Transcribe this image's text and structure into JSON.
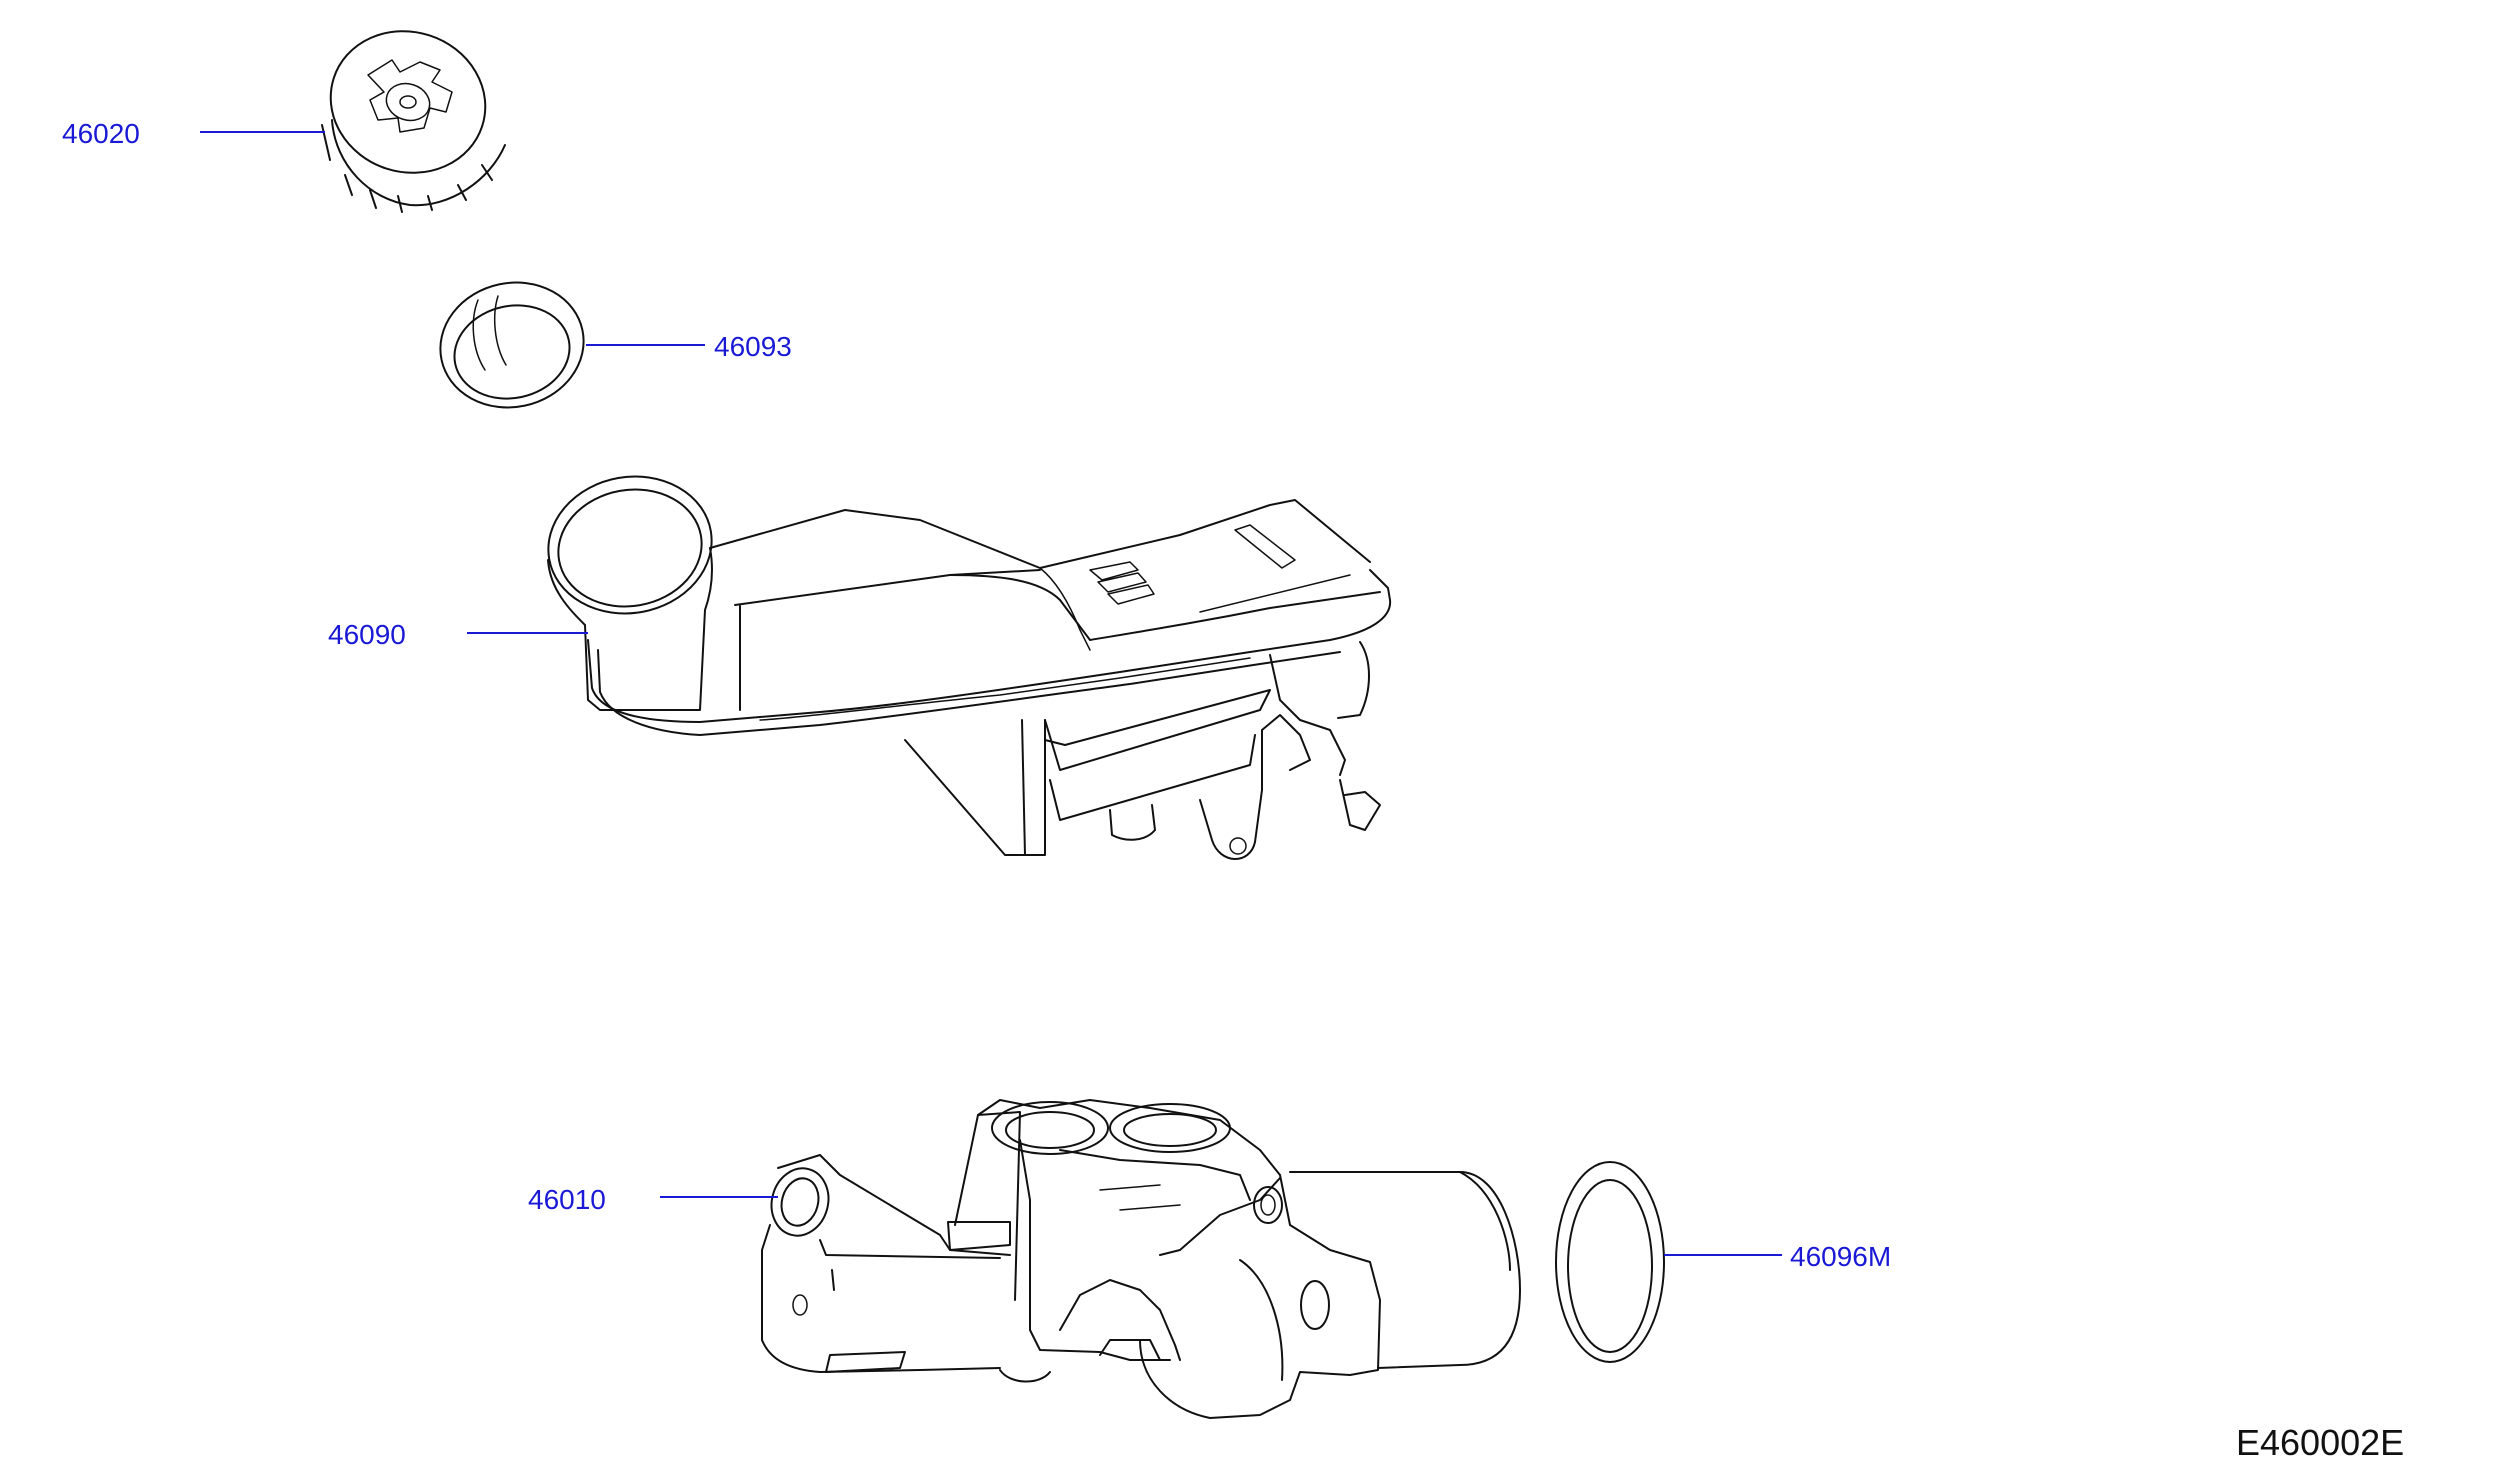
{
  "parts": [
    {
      "id": "cap",
      "label": "46020"
    },
    {
      "id": "seal",
      "label": "46093"
    },
    {
      "id": "reservoir",
      "label": "46090"
    },
    {
      "id": "master-cylinder",
      "label": "46010"
    },
    {
      "id": "o-ring",
      "label": "46096M"
    }
  ],
  "figure_code": "E460002E",
  "colors": {
    "label": "#1a1ad6",
    "line": "#111111"
  }
}
